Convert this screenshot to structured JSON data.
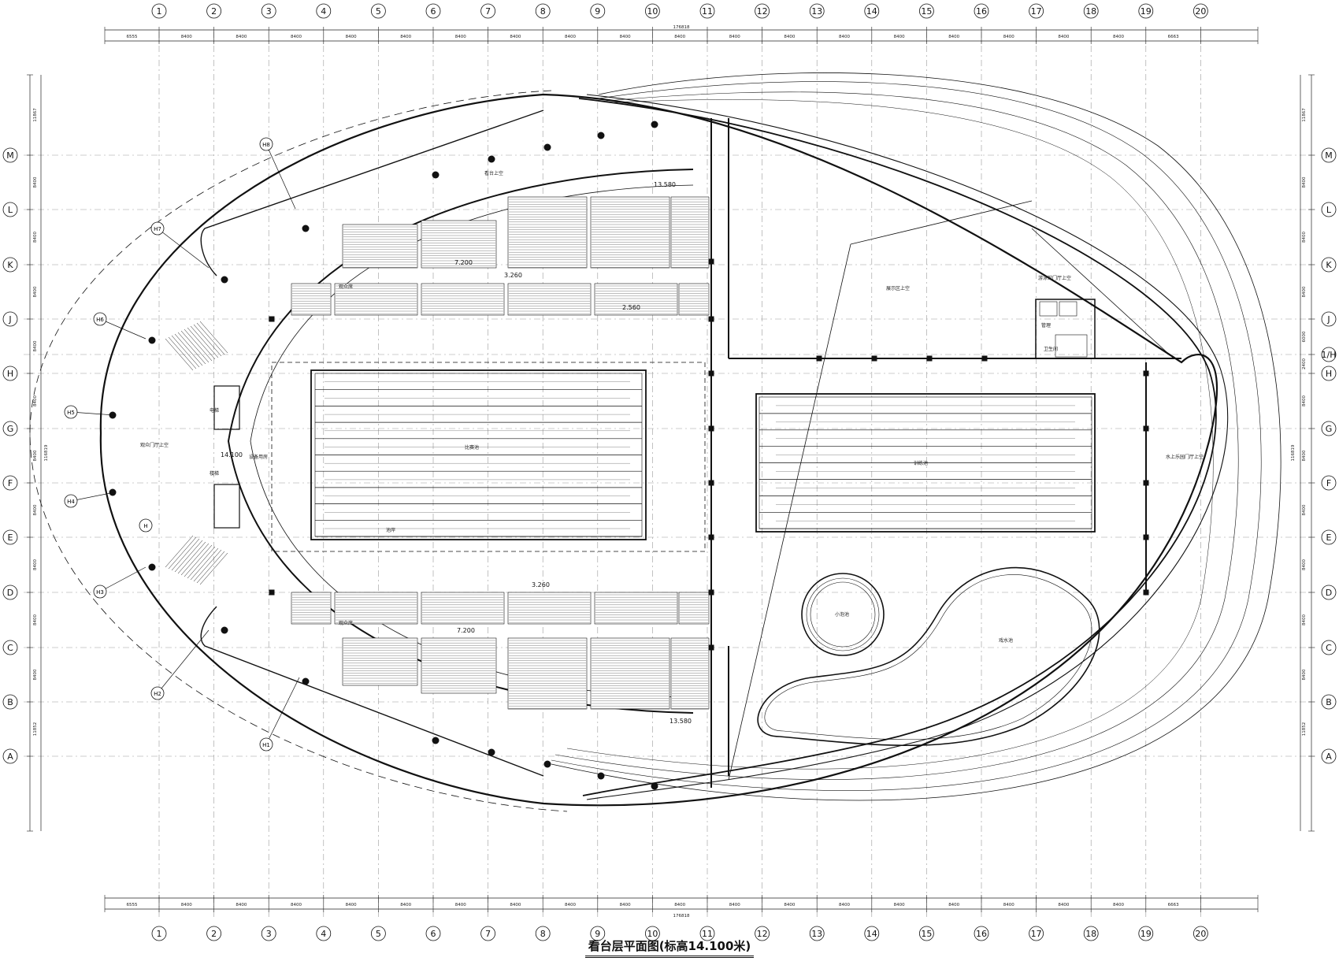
{
  "title": "看台层平面图(标高14.100米)",
  "axes": {
    "columns": [
      "1",
      "2",
      "3",
      "4",
      "5",
      "6",
      "7",
      "8",
      "9",
      "10",
      "11",
      "12",
      "13",
      "14",
      "15",
      "16",
      "17",
      "18",
      "19",
      "20"
    ],
    "rows_top_to_bottom": [
      "M",
      "L",
      "K",
      "J",
      "1/H",
      "H",
      "G",
      "F",
      "E",
      "D",
      "C",
      "B",
      "A"
    ],
    "rows_left_side": [
      "M",
      "L",
      "K",
      "J",
      "H",
      "G",
      "F",
      "E",
      "D",
      "C",
      "B",
      "A"
    ]
  },
  "dimensions": {
    "top_spacings": [
      "6555",
      "8400",
      "8400",
      "8400",
      "8400",
      "8400",
      "8400",
      "8400",
      "8400",
      "8400",
      "8400",
      "8400",
      "8400",
      "8400",
      "8400",
      "8400",
      "8400",
      "8400",
      "8400",
      "6663"
    ],
    "total_width": "176818",
    "total_height": "116819",
    "right_spacings": [
      "11867",
      "8400",
      "8400",
      "8400",
      "6000",
      "2400",
      "8400",
      "8400",
      "8400",
      "8400",
      "8400",
      "8400",
      "11852"
    ],
    "left_spacings": [
      "11867",
      "8400",
      "8400",
      "8400",
      "8400",
      "8400",
      "8400",
      "8400",
      "8400",
      "8400",
      "8400",
      "11852"
    ]
  },
  "elevations": {
    "upper_top": "13.580",
    "upper_mid": "3.260",
    "upper_small": "7.200",
    "upper_small2": "2.560",
    "center": "14.100",
    "lower_mid": "3.260",
    "lower_small": "7.200",
    "lower_bottom": "13.580"
  },
  "callouts": [
    "H8",
    "H7",
    "H6",
    "H5",
    "H4",
    "H3",
    "H2",
    "H1",
    "H"
  ],
  "rooms": {
    "main_pool": "比赛池",
    "training_pool": "训练池",
    "kids_pool": "戏水池",
    "small_pool": "小泡池",
    "void_top": "看台上空",
    "void_upper_right": "展示区上空",
    "void_mid_right": "游泳馆门厅上空",
    "void_far_right": "水上乐园门厅上空",
    "lobby_void": "观众门厅上空",
    "lift": "电梯",
    "stair": "楼梯",
    "equipment": "设备用房",
    "toilet": "卫生间",
    "office": "管理",
    "seats_upper": "观众席",
    "seats_lower": "观众席",
    "deck": "池岸"
  }
}
